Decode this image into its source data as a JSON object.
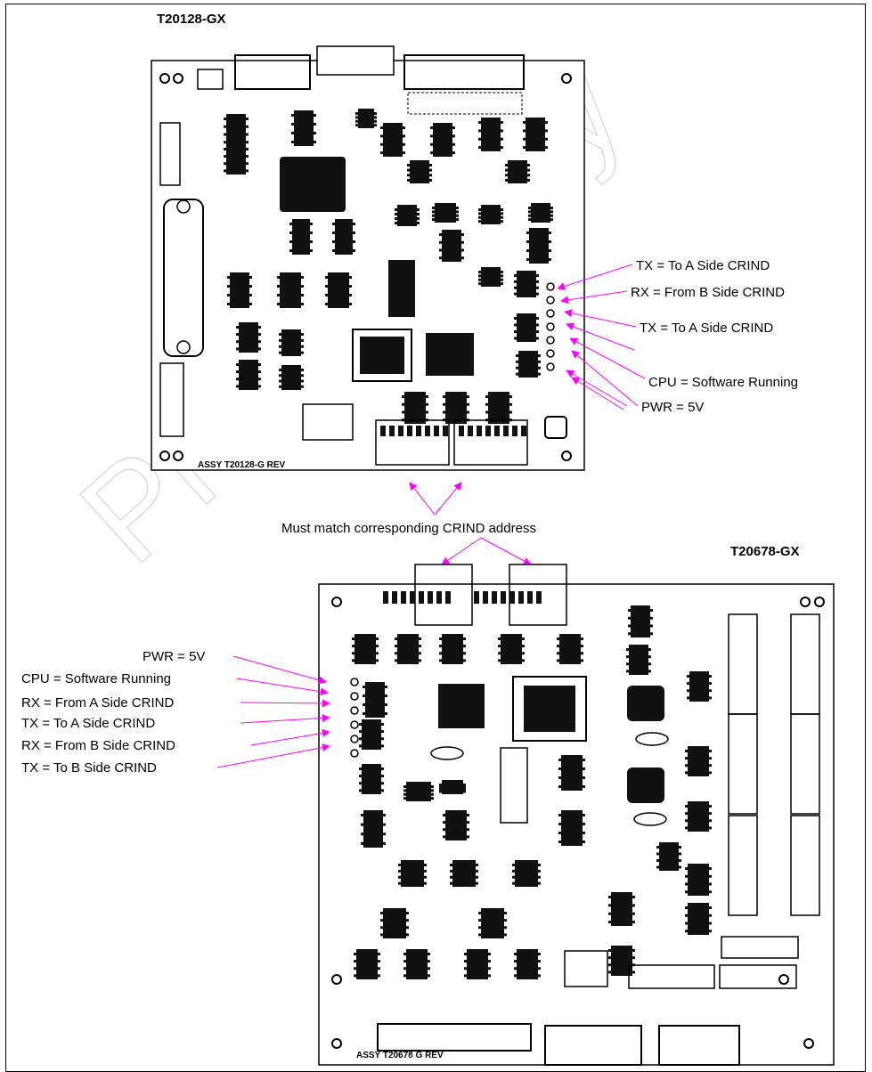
{
  "watermark": "Preliminary",
  "board_top": {
    "title": "T20128-GX",
    "assy_text": "ASSY T20128-G REV",
    "callouts": [
      "TX = To A Side CRIND",
      "RX = From B Side CRIND",
      "TX = To A Side CRIND",
      "CPU = Software Running",
      "PWR = 5V"
    ]
  },
  "shared_callout": "Must match corresponding CRIND address",
  "board_bottom": {
    "title": "T20678-GX",
    "assy_text": "ASSY T20678 G REV",
    "callouts": [
      "PWR = 5V",
      "CPU = Software Running",
      "RX = From A Side CRIND",
      "TX = To A Side CRIND",
      "RX = From B Side CRIND",
      "TX = To B Side CRIND"
    ]
  },
  "colors": {
    "arrow": "#ff00ff",
    "board_line": "#000000",
    "watermark": "#d4d4d4"
  }
}
